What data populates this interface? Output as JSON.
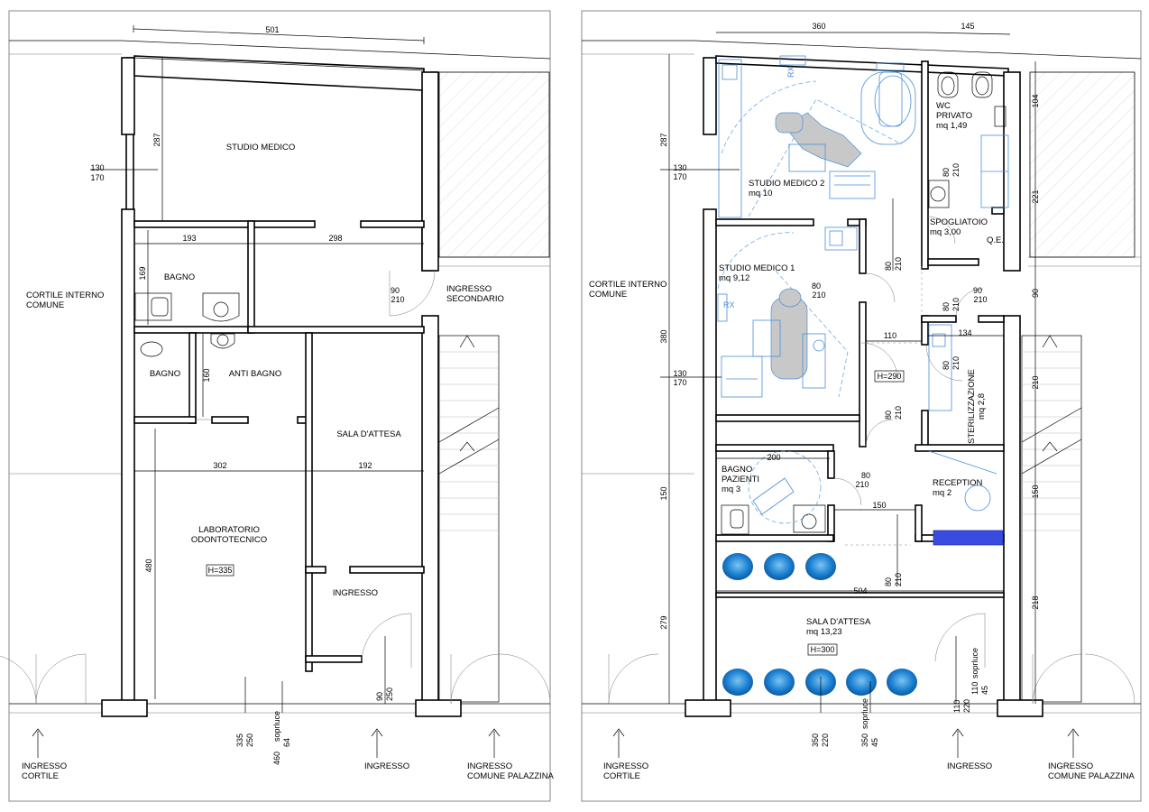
{
  "left_plan": {
    "dims": {
      "top_width": "501",
      "studio_height": "287",
      "window_1": [
        "130",
        "170"
      ],
      "bagno_w": "193",
      "corridor_w": "298",
      "bagno_h": "169",
      "anti_h": "160",
      "lab_w": "302",
      "sala_w": "192",
      "lab_h": "480",
      "door_sec": [
        "90",
        "210"
      ],
      "door_main": [
        "90",
        "250"
      ],
      "bottom_1": [
        "335",
        "250"
      ],
      "bottom_2": [
        "460",
        "soprluce",
        "64"
      ]
    },
    "rooms": {
      "studio_medico": "STUDIO MEDICO",
      "bagno_1": "BAGNO",
      "bagno_2": "BAGNO",
      "anti_bagno": "ANTI BAGNO",
      "sala_attesa": "SALA D'ATTESA",
      "laboratorio_1": "LABORATORIO",
      "laboratorio_2": "ODONTOTECNICO",
      "lab_height": "H=335",
      "ingresso_room": "INGRESSO"
    },
    "labels": {
      "cortile_1": "CORTILE INTERNO",
      "cortile_2": "COMUNE",
      "ingresso_sec_1": "INGRESSO",
      "ingresso_sec_2": "SECONDARIO",
      "ingresso_cortile_1": "INGRESSO",
      "ingresso_cortile_2": "CORTILE",
      "ingresso": "INGRESSO",
      "ingresso_comune_1": "INGRESSO",
      "ingresso_comune_2": "COMUNE PALAZZINA"
    }
  },
  "right_plan": {
    "dims": {
      "top_1": "360",
      "top_2": "145",
      "left_287": "287",
      "left_380": "380",
      "left_150": "150",
      "left_279": "279",
      "window_1": [
        "130",
        "170"
      ],
      "window_2": [
        "130",
        "170"
      ],
      "right_104": "104",
      "right_221": "221",
      "right_90": "90",
      "right_210": "210",
      "right_150": "150",
      "right_218": "218",
      "door_wc": [
        "80",
        "210"
      ],
      "door_studio2": [
        "80",
        "210"
      ],
      "door_studio1": [
        "80",
        "210"
      ],
      "door_spogl": [
        "80",
        "210"
      ],
      "door_sec": [
        "90",
        "210"
      ],
      "corr_110": "110",
      "ster_134": "134",
      "door_ster": [
        "80",
        "210"
      ],
      "door_corr": [
        "80",
        "210"
      ],
      "bagno_200": "200",
      "door_bagno": [
        "80",
        "210"
      ],
      "reception_150": "150",
      "door_sala": [
        "80",
        "210"
      ],
      "sala_504": "504",
      "door_main": [
        "110",
        "220",
        "110",
        "soprluce",
        "45"
      ],
      "bottom_1": [
        "350",
        "220"
      ],
      "bottom_2": [
        "350",
        "soprluce",
        "45"
      ]
    },
    "rooms": {
      "studio2_1": "STUDIO MEDICO 2",
      "studio2_2": "mq 10",
      "studio1_1": "STUDIO MEDICO 1",
      "studio1_2": "mq 9,12",
      "wc_1": "WC",
      "wc_2": "PRIVATO",
      "wc_3": "mq 1,49",
      "spogl_1": "SPOGLIATOIO",
      "spogl_2": "mq 3,00",
      "qe": "Q.E.",
      "h290": "H=290",
      "ster_1": "STERILIZZAZIONE",
      "ster_2": "mq 2,8",
      "bagno_1": "BAGNO",
      "bagno_2": "PAZIENTI",
      "bagno_3": "mq 3",
      "reception_1": "RECEPTION",
      "reception_2": "mq 2",
      "sala_1": "SALA D'ATTESA",
      "sala_2": "mq 13,23",
      "h300": "H=300",
      "rx_1": "RX",
      "rx_2": "RX"
    },
    "labels": {
      "cortile_1": "CORTILE INTERNO",
      "cortile_2": "COMUNE",
      "ingresso_cortile_1": "INGRESSO",
      "ingresso_cortile_2": "CORTILE",
      "ingresso": "INGRESSO",
      "ingresso_comune_1": "INGRESSO",
      "ingresso_comune_2": "COMUNE PALAZZINA"
    }
  },
  "colors": {
    "line": "#000000",
    "furniture_blue": "#4a8fd8",
    "chair_blue": "#1a7fd0",
    "desk_blue": "#2a3bd0"
  }
}
